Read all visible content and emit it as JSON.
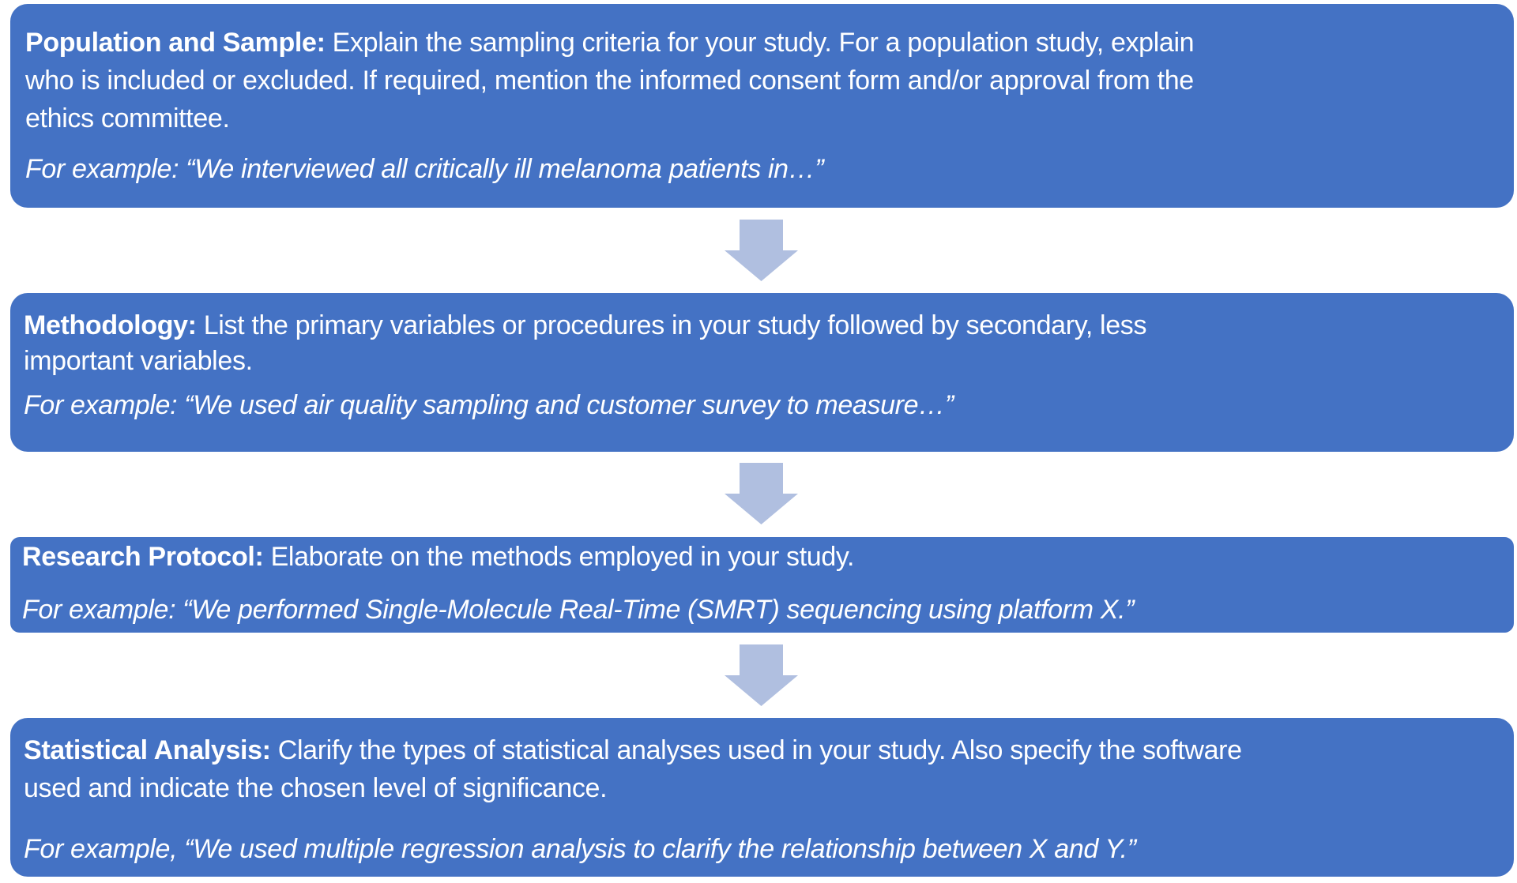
{
  "colors": {
    "box_fill": "#4472C4",
    "box_text": "#FFFFFF",
    "arrow_fill": "#B0BFE0",
    "background": "#FFFFFF"
  },
  "steps": [
    {
      "heading": "Population and Sample:",
      "description_lines": [
        " Explain the sampling criteria for your study. For a population study, explain",
        "who is included or excluded. If required, mention the informed consent form and/or approval from the",
        "ethics committee."
      ],
      "example": "For example: “We interviewed all critically ill melanoma patients in…”"
    },
    {
      "heading": "Methodology:",
      "description_lines": [
        " List the primary variables or procedures in your study followed by secondary, less",
        "important variables."
      ],
      "example": "For example: “We used air quality sampling and customer survey to measure…”"
    },
    {
      "heading": "Research Protocol:",
      "description_lines": [
        " Elaborate on the methods employed in your study."
      ],
      "example": "For example: “We performed Single-Molecule Real-Time (SMRT) sequencing using platform X.”"
    },
    {
      "heading": "Statistical Analysis:",
      "description_lines": [
        " Clarify the types of statistical analyses used in your study. Also specify the software",
        "used and indicate the chosen level of significance."
      ],
      "example": "For example, “We used multiple regression analysis to clarify the relationship between X and Y.”"
    }
  ],
  "connectors": [
    {
      "icon": "down-arrow-icon",
      "from": "Population and Sample",
      "to": "Methodology"
    },
    {
      "icon": "down-arrow-icon",
      "from": "Methodology",
      "to": "Research Protocol"
    },
    {
      "icon": "down-arrow-icon",
      "from": "Research Protocol",
      "to": "Statistical Analysis"
    }
  ]
}
